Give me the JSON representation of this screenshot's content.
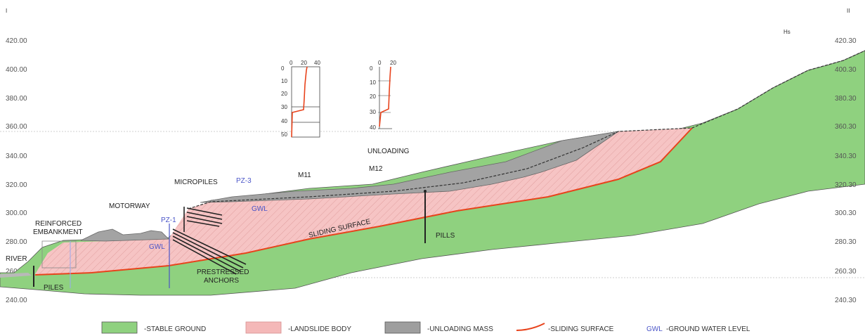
{
  "corner_marks": {
    "left": "I",
    "right": "II"
  },
  "top_label": "Hs",
  "elevations_left": [
    "420.00",
    "400.00",
    "380.00",
    "360.00",
    "340.00",
    "320.00",
    "300.00",
    "280.00",
    "260.00",
    "240.00"
  ],
  "elevations_right": [
    "420.30",
    "400.30",
    "380.30",
    "360.30",
    "340.30",
    "320.30",
    "300.30",
    "280.30",
    "260.30",
    "240.30"
  ],
  "labels": {
    "reinforced": "REINFORCED",
    "embankment": "EMBANKMENT",
    "river": "RIVER",
    "piles_left": "PILES",
    "motorway": "MOTORWAY",
    "micropiles": "MICROPILES",
    "pz1": "PZ-1",
    "pz3": "PZ-3",
    "gwl_1": "GWL",
    "gwl_2": "GWL",
    "prestressed": "PRESTRESSED",
    "anchors": "ANCHORS",
    "sliding_surface": "SLIDING SURFACE",
    "piles_right": "PILLS",
    "unloading": "UNLOADING",
    "m1": "M11",
    "m2": "M12"
  },
  "inclinometer_1": {
    "ticks_x": [
      "0",
      "20",
      "40"
    ],
    "ticks_y": [
      "0",
      "10",
      "20",
      "30",
      "40",
      "50"
    ]
  },
  "inclinometer_2": {
    "ticks_x": [
      "0",
      "20"
    ],
    "ticks_y": [
      "0",
      "10",
      "20",
      "30",
      "40"
    ]
  },
  "legend": [
    {
      "key": "stable",
      "text": "-STABLE GROUND",
      "color": "#8fd17f"
    },
    {
      "key": "landslide",
      "text": "-LANDSLIDE BODY",
      "color": "#f4b8b8"
    },
    {
      "key": "unloading",
      "text": "-UNLOADING MASS",
      "color": "#9e9e9e"
    },
    {
      "key": "sliding",
      "text": "-SLIDING SURFACE",
      "color": "#e8431c"
    },
    {
      "key": "gwl",
      "symbol": "GWL",
      "text": "-GROUND WATER LEVEL",
      "color": "#4a55c8"
    }
  ]
}
